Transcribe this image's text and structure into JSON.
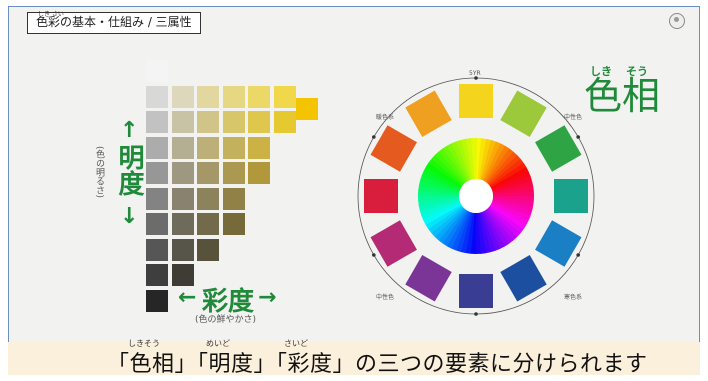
{
  "breadcrumb": {
    "ruby": "しき さい",
    "text": "色彩の基本・仕組み / 三属性"
  },
  "lightness": {
    "label": "明度",
    "sub": "(色の明るさ)"
  },
  "chroma": {
    "label": "彩度",
    "sub": "(色の鮮やかさ)"
  },
  "hue": {
    "label": "色相",
    "ruby_shiki": "しき",
    "ruby_sou": "そう"
  },
  "wheel_tick_labels": {
    "top": "5YR",
    "tr": "中性色",
    "tl": "暖色系",
    "bl": "中性色",
    "br": "寒色系"
  },
  "caption": {
    "text": "「色相」「明度」「彩度」の三つの要素に分けられます",
    "furigana": [
      "しきそう",
      "めいど",
      "さいど"
    ]
  },
  "colors": {
    "accent": "#1f8a3a",
    "wheel_swatches": [
      "#f4d41c",
      "#9cc83c",
      "#2ea444",
      "#1aa28c",
      "#1a7fc4",
      "#1c4fa0",
      "#3a3d94",
      "#7a3596",
      "#b42a74",
      "#d81e3c",
      "#e55a1e",
      "#f0a020"
    ],
    "greys": [
      "#f4f4f4",
      "#d8d8d8",
      "#c2c2c2",
      "#acacac",
      "#979797",
      "#838383",
      "#6c6c6c",
      "#565656",
      "#3e3e3e",
      "#262626"
    ],
    "yellow_pure": "#f5c400"
  }
}
